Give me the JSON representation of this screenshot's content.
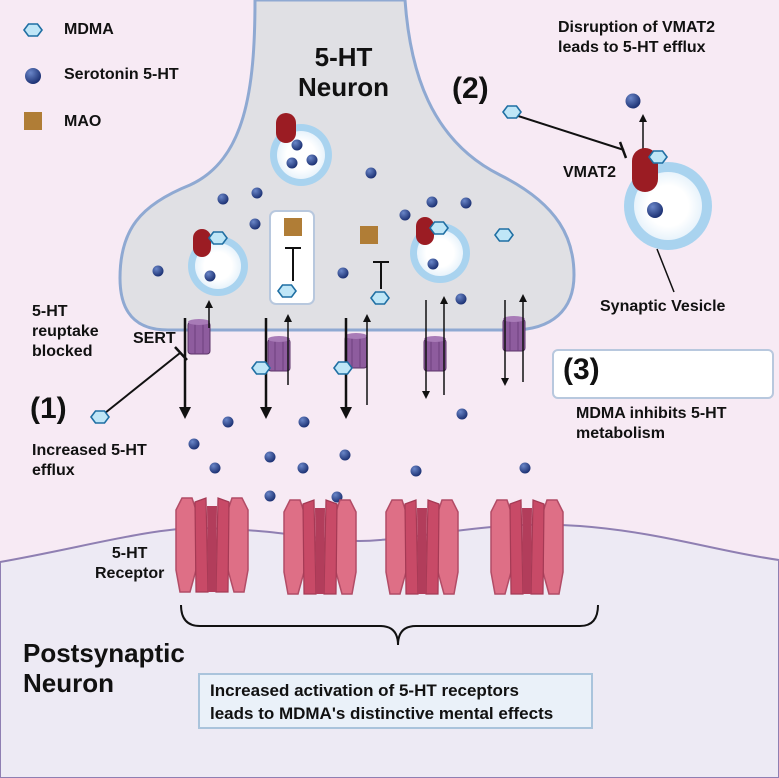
{
  "legend": {
    "mdma": "MDMA",
    "serotonin": "Serotonin 5-HT",
    "mao": "MAO"
  },
  "neuron_title": [
    "5-HT",
    "Neuron"
  ],
  "vmat": {
    "title": [
      "Disruption of VMAT2",
      "leads to 5-HT efflux"
    ],
    "number": "(2)",
    "label": "VMAT2",
    "vesicle_label": "Synaptic Vesicle"
  },
  "reuptake": {
    "text": [
      "5-HT",
      "reuptake",
      "blocked"
    ],
    "sert": "SERT",
    "number": "(1)",
    "efflux": [
      "Increased 5-HT",
      "efflux"
    ]
  },
  "mao_box": {
    "number": "(3)",
    "caption": [
      "MDMA inhibits 5-HT",
      "metabolism"
    ]
  },
  "receptor_label": [
    "5-HT",
    "Receptor"
  ],
  "postsynaptic": [
    "Postsynaptic",
    "Neuron"
  ],
  "effect_box": [
    "Increased activation of 5-HT receptors",
    "leads to MDMA's distinctive mental effects"
  ],
  "colors": {
    "mdma_fill": "#bfe6f7",
    "mdma_stroke": "#1f6fa3",
    "serotonin": "#2b4a8e",
    "mao": "#b07d36",
    "vmat": "#9b1c23",
    "sert": "#8e5c9e",
    "receptor": "#de6f86",
    "neuron": "#e0e0e4",
    "vesicle": "#a9d3ef"
  }
}
